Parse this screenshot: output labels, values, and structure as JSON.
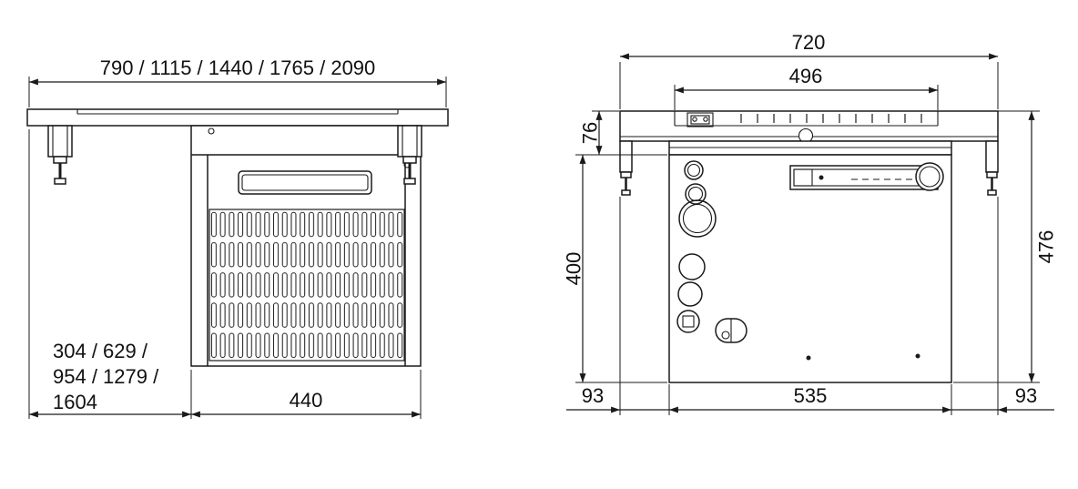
{
  "drawing": {
    "front_view": {
      "width_options_label": "790 / 1115 / 1440 / 1765 / 2090",
      "offset_options_line1": "304 / 629 /",
      "offset_options_line2": "954 / 1279 /",
      "offset_options_line3": "1604",
      "unit_width_label": "440"
    },
    "side_view": {
      "overall_depth_label": "720",
      "cutout_depth_label": "496",
      "top_height_label": "76",
      "under_height_label": "400",
      "overall_height_label": "476",
      "front_overhang_label": "93",
      "body_depth_label": "535",
      "rear_overhang_label": "93"
    },
    "colors": {
      "line": "#1a1a1a",
      "background": "#ffffff"
    }
  }
}
